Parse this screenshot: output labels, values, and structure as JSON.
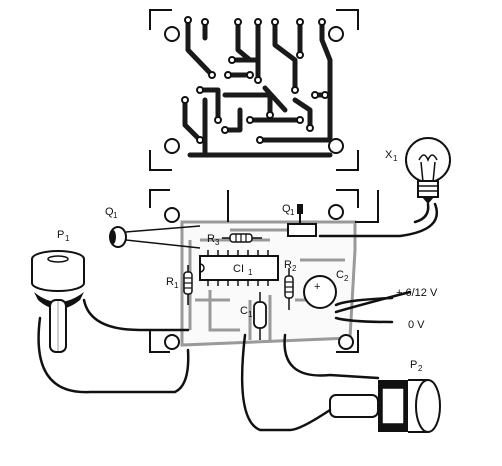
{
  "labels": {
    "x1": "X",
    "x1_sub": "1",
    "q1_left": "Q",
    "q1_left_sub": "1",
    "q1_top": "Q",
    "q1_top_sub": "1",
    "p1": "P",
    "p1_sub": "1",
    "p2": "P",
    "p2_sub": "2",
    "r1": "R",
    "r1_sub": "1",
    "r2": "R",
    "r2_sub": "2",
    "r3": "R",
    "r3_sub": "3",
    "ci1": "CI",
    "ci1_sub": "1",
    "c1": "C",
    "c1_sub": "1",
    "c2": "C",
    "c2_sub": "2",
    "supply_pos": "+ 6/12 V",
    "supply_gnd": "0 V"
  },
  "colors": {
    "ink": "#111111",
    "board": "#e2e2e2",
    "trace": "#8a8a8a",
    "paper": "#ffffff"
  }
}
